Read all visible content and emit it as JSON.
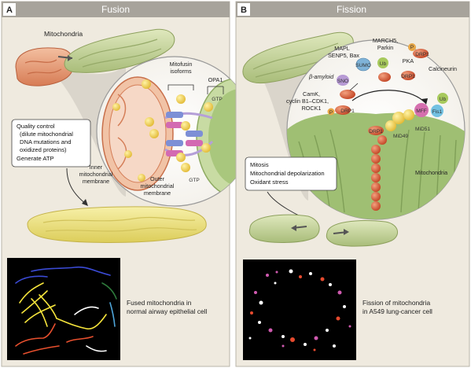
{
  "panel_a": {
    "letter": "A",
    "title": "Fusion",
    "mitochondria_label": "Mitochondria",
    "mitofusin_label_1": "Mitofusin",
    "mitofusin_label_2": "isoforms",
    "opa1_label": "OPA1",
    "gtp_1": "GTP",
    "gtp_2": "GTP",
    "inner_membrane": [
      "Inner",
      "mitochondrial",
      "membrane"
    ],
    "outer_membrane": [
      "Outer",
      "mitochondrial",
      "membrane"
    ],
    "quality_box": [
      "Quality control",
      "(dilute mitochondrial",
      "DNA mutations and",
      "oxidized proteins)",
      "Generate ATP"
    ],
    "caption": [
      "Fused mitochondria in",
      "normal airway epithelial cell"
    ]
  },
  "panel_b": {
    "letter": "B",
    "title": "Fission",
    "march5": [
      "MARCH5,",
      "Parkin"
    ],
    "mapl": [
      "MAPL",
      "SENP5, Bax"
    ],
    "beta_amyloid": "β-amyloid",
    "camk": [
      "CamK,",
      "cyclin B1–CDK1,",
      "ROCK1"
    ],
    "pka": "PKA",
    "calcineurin": "Calcineurin",
    "sumo": "SUMO",
    "ub": "Ub",
    "ub2": "Ub",
    "sno": "SNO",
    "drp1": "DRP1",
    "p": "P",
    "mff": "MFF",
    "fis1": "Fis1",
    "mid51": "MiD51",
    "mid49": "MiD49",
    "mitochondria_label": "Mitochondria",
    "triggers_box": [
      "Mitosis",
      "Mitochondrial depolarization",
      "Oxidant stress"
    ],
    "caption": [
      "Fission of mitochondria",
      "in A549 lung-cancer cell"
    ]
  },
  "colors": {
    "panel_bg": "#efeadf",
    "header_bg": "#a7a39b",
    "mito_green": "#c7d49a",
    "mito_orange": "#e59a72",
    "mito_yellow": "#ede27a",
    "drp1_red": "#d9542f",
    "sumo_blue": "#7fb3d8",
    "ub_green": "#a7c95c",
    "sno_purple": "#b79ad4",
    "mff_pink": "#d56fae"
  }
}
